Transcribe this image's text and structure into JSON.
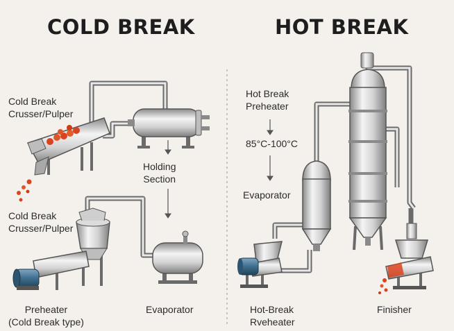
{
  "titles": {
    "left": "COLD BREAK",
    "right": "HOT BREAK"
  },
  "cold_break": {
    "crusher_top": {
      "line1": "Cold Break",
      "line2": "Crusser/Pulper"
    },
    "holding": {
      "line1": "Holding",
      "line2": "Section"
    },
    "crusher_bottom": {
      "line1": "Cold Break",
      "line2": "Crusser/Pulper"
    },
    "preheater": {
      "line1": "Preheater",
      "line2": "(Cold Break type)"
    },
    "evaporator": "Evaporator"
  },
  "hot_break": {
    "preheater": {
      "line1": "Hot Break",
      "line2": "Preheater"
    },
    "temperature": "85°C-100°C",
    "evaporator": "Evaporator",
    "hot_break_label": {
      "line1": "Hot-Break",
      "line2": "Rveheater"
    },
    "finisher": "Finisher"
  },
  "colors": {
    "background": "#f4f1ec",
    "steel_light": "#f2f2f2",
    "steel_dark": "#8c8c8c",
    "outline": "#555555",
    "motor_blue": "#3f6e8e",
    "tomato_red": "#d9431e"
  }
}
